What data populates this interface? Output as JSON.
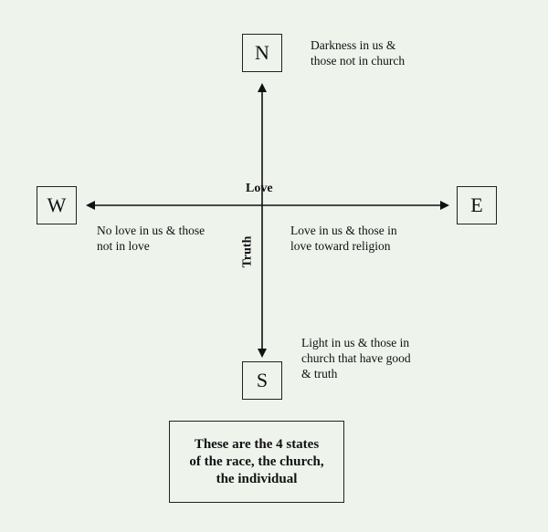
{
  "directions": {
    "north": "N",
    "south": "S",
    "east": "E",
    "west": "W"
  },
  "axes": {
    "horizontal_label": "Love",
    "vertical_label": "Truth"
  },
  "notes": {
    "north": "Darkness in us &\nthose not in church",
    "west": "No love in us & those\nnot in love",
    "east": "Love in us & those in\nlove toward religion",
    "south": "Light in us & those in\nchurch that have good\n& truth"
  },
  "summary": "These are the 4 states\nof the race, the church,\nthe individual",
  "colors": {
    "background": "#eef3ec",
    "ink": "#111111"
  }
}
